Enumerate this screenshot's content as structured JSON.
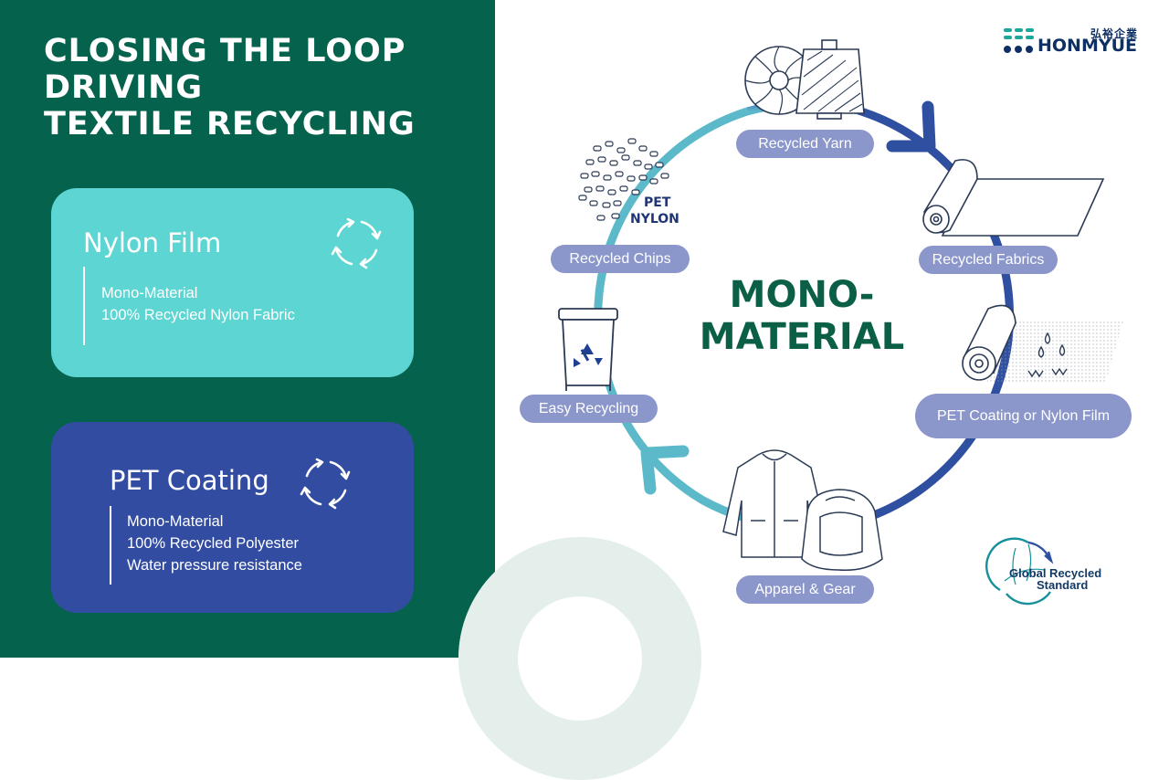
{
  "title": {
    "line1": "CLOSING THE LOOP",
    "line2": "DRIVING",
    "line3": "TEXTILE RECYCLING"
  },
  "cards": {
    "nylon": {
      "title": "Nylon Film",
      "lines": [
        "Mono-Material",
        "100% Recycled Nylon Fabric"
      ],
      "color": "#5dd5d3",
      "icon": "recycle-arrows-icon"
    },
    "pet": {
      "title": "PET Coating",
      "lines": [
        "Mono-Material",
        "100% Recycled Polyester",
        "Water pressure resistance"
      ],
      "color": "#324ca2",
      "icon": "recycle-arrows-icon"
    }
  },
  "cycle": {
    "center": {
      "line1": "MONO-",
      "line2": "MATERIAL"
    },
    "stages": {
      "yarn": "Recycled Yarn",
      "fabrics": "Recycled Fabrics",
      "coating": "PET Coating or Nylon Film",
      "apparel": "Apparel & Gear",
      "easy": "Easy Recycling",
      "chips": "Recycled Chips"
    },
    "chips_tag": {
      "line1": "PET",
      "line2": "NYLON"
    },
    "colors": {
      "teal": "#5cb9ca",
      "blue": "#2f4fa0",
      "pill": "#8b96cb"
    }
  },
  "brand": {
    "cn": "弘裕企業",
    "en": "HONMYUE"
  },
  "certification": {
    "line1": "Global Recycled",
    "line2": "Standard"
  },
  "colors": {
    "background_green": "#05624d",
    "center_text": "#0b5f47"
  }
}
